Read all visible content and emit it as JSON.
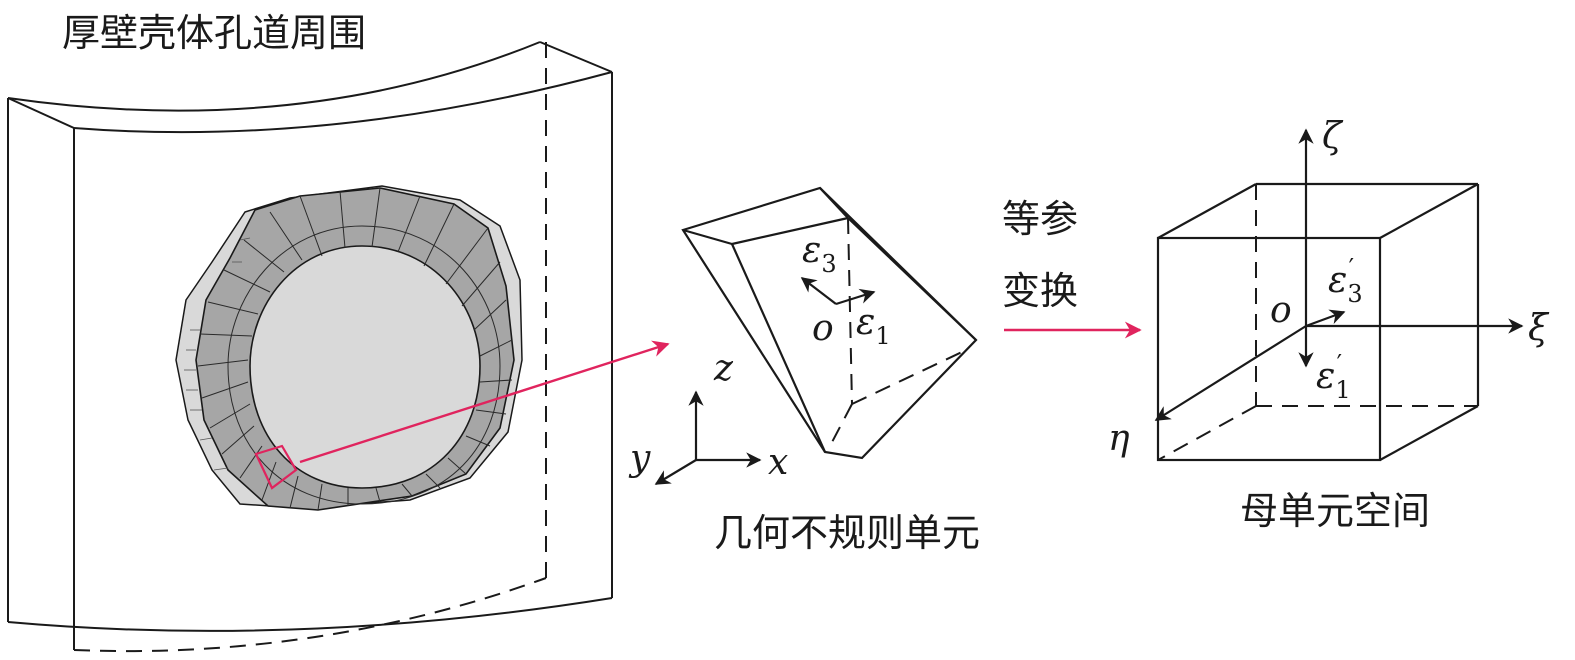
{
  "labels": {
    "shell_title": "厚壁壳体孔道周围",
    "irregular_element": "几何不规则单元",
    "parent_space": "母单元空间",
    "transform_line1": "等参",
    "transform_line2": "变换"
  },
  "local_axes": {
    "z": "z",
    "y": "y",
    "x": "x",
    "origin": "o",
    "eps": "ε",
    "sub3": "3",
    "sub1": "1"
  },
  "parent_axes": {
    "zeta": "ζ",
    "xi": "ξ",
    "eta": "η",
    "origin": "o",
    "eps": "ε",
    "sub3": "3",
    "sub1": "1",
    "prime": "′"
  },
  "colors": {
    "line": "#1a1a1a",
    "mesh_fill": "#a6a6a6",
    "mesh_side": "#d9d9d9",
    "arrow": "#e0245e"
  },
  "chart_data": {
    "type": "diagram",
    "title": "",
    "nodes": [
      "厚壁壳体孔道周围",
      "几何不规则单元",
      "母单元空间"
    ],
    "edges": [
      {
        "from": "厚壁壳体孔道周围",
        "to": "几何不规则单元",
        "label": ""
      },
      {
        "from": "几何不规则单元",
        "to": "母单元空间",
        "label": "等参变换"
      }
    ]
  }
}
